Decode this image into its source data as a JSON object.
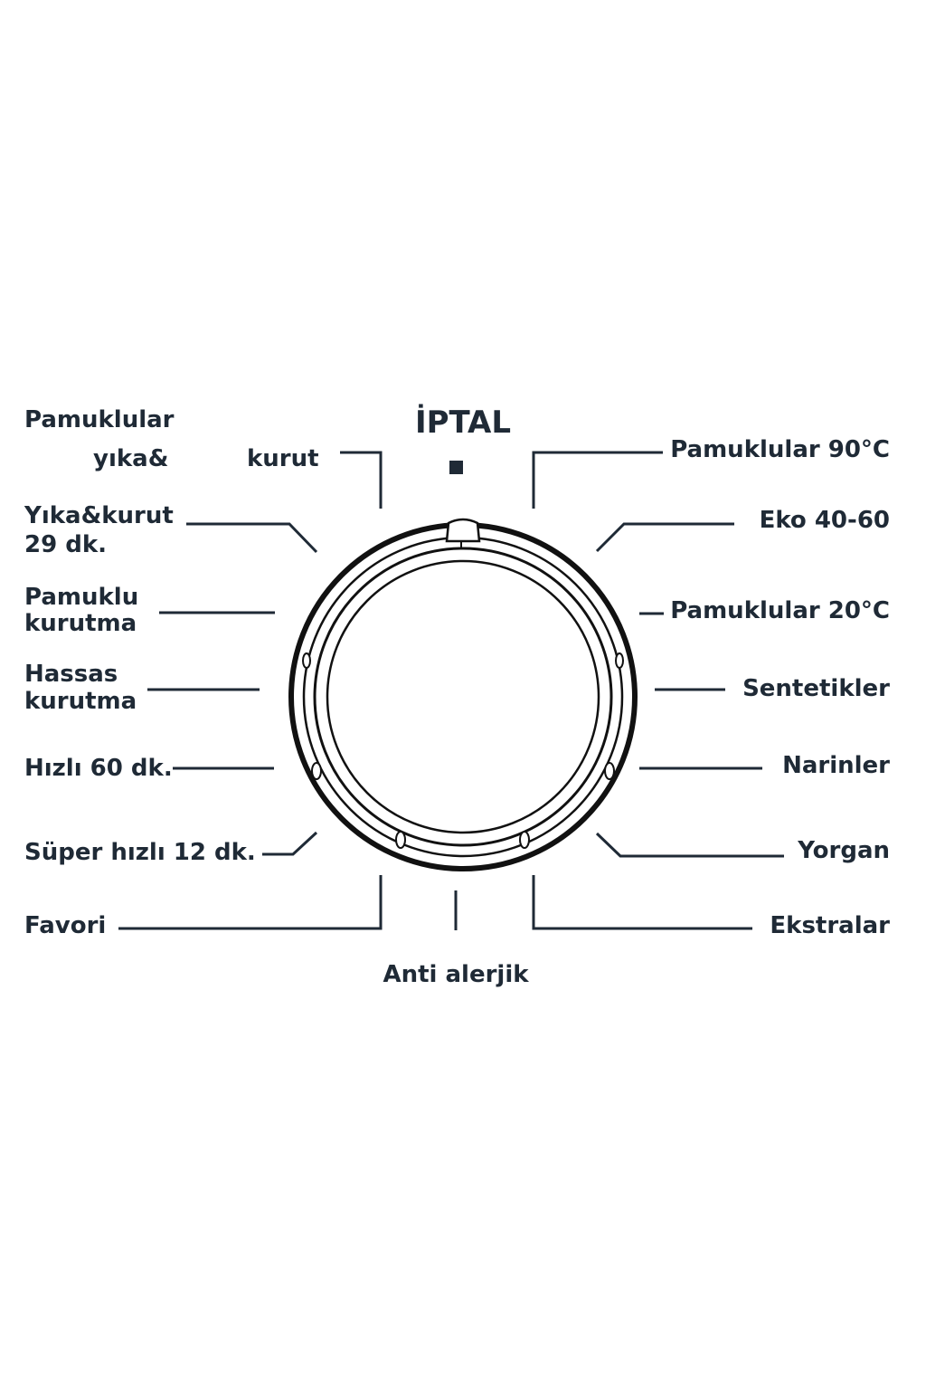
{
  "dial": {
    "cancel_label": "İPTAL",
    "programs": {
      "cotton_wash_dry_title": "Pamuklular",
      "cotton_wash_dry_part1": "yıka&",
      "cotton_wash_dry_part2": "kurut",
      "wash_dry_29_line1": "Yıka&kurut",
      "wash_dry_29_line2": "29 dk.",
      "cotton_dry_line1": "Pamuklu",
      "cotton_dry_line2": "kurutma",
      "delicate_dry_line1": "Hassas",
      "delicate_dry_line2": "kurutma",
      "quick_60": "Hızlı 60 dk.",
      "super_quick_12": "Süper hızlı 12 dk.",
      "favorite": "Favori",
      "anti_allergy": "Anti alerjik",
      "cotton_90": "Pamuklular 90°C",
      "eco_40_60": "Eko 40-60",
      "cotton_20": "Pamuklular 20°C",
      "synthetics": "Sentetikler",
      "delicates": "Narinler",
      "quilt": "Yorgan",
      "extras": "Ekstralar"
    }
  },
  "colors": {
    "ink": "#1f2a36",
    "background": "#ffffff"
  }
}
